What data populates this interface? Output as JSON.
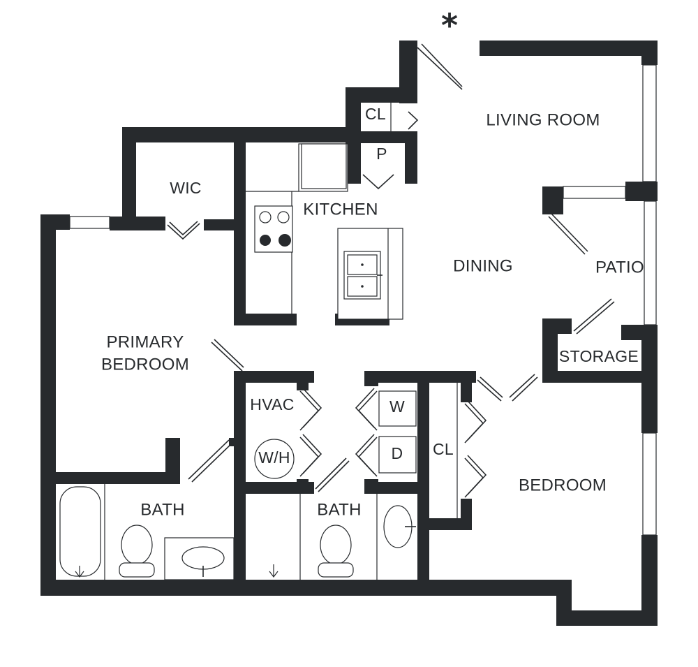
{
  "floorplan": {
    "entry_marker": "*",
    "rooms": {
      "living_room": "LIVING ROOM",
      "closet_entry": "CL",
      "pantry": "P",
      "wic": "WIC",
      "kitchen": "KITCHEN",
      "dining": "DINING",
      "patio": "PATIO",
      "storage": "STORAGE",
      "primary_bedroom_line1": "PRIMARY",
      "primary_bedroom_line2": "BEDROOM",
      "hvac": "HVAC",
      "water_heater": "W/H",
      "washer": "W",
      "dryer": "D",
      "closet_bedroom": "CL",
      "bedroom": "BEDROOM",
      "bath_primary": "BATH",
      "bath_second": "BATH"
    }
  },
  "colors": {
    "wall": "#272a2d",
    "background": "#ffffff"
  }
}
